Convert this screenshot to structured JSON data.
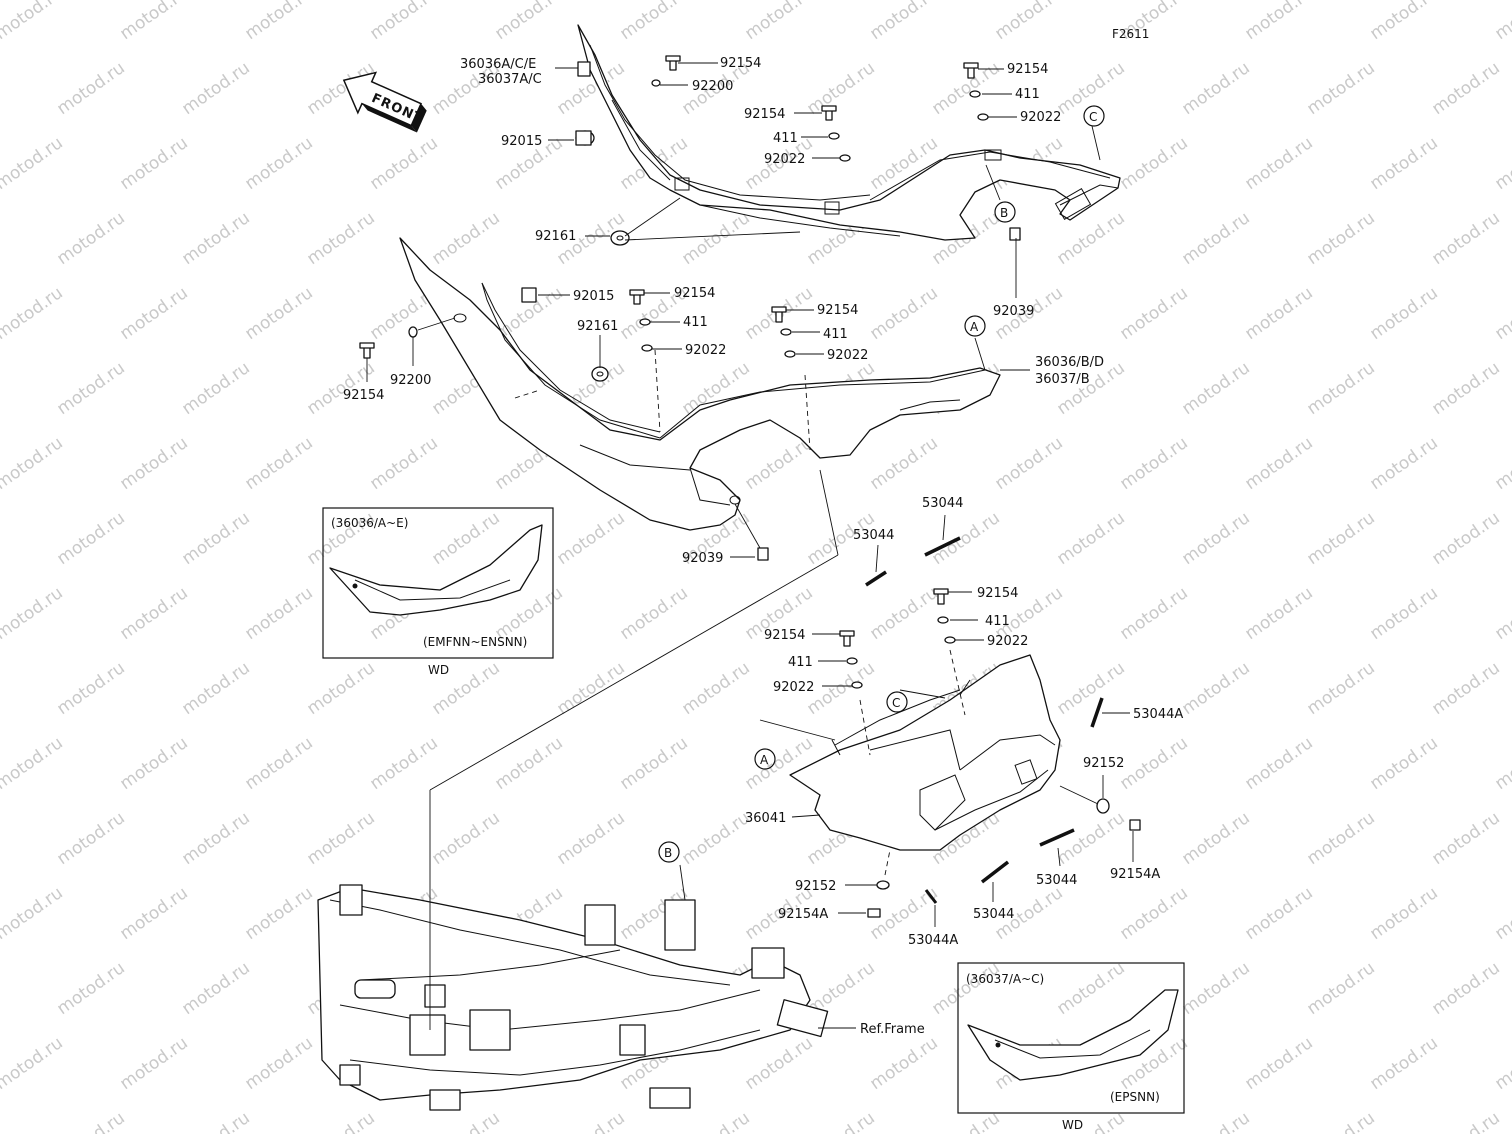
{
  "figure_code": "F2611",
  "watermark": "motod.ru",
  "front_label": "FRONT",
  "callouts": {
    "A": "A",
    "B": "B",
    "C": "C"
  },
  "labels": {
    "l_36036ace": "36036A/C/E",
    "l_36037ac": "36037A/C",
    "l_92154_t1": "92154",
    "l_92200_t": "92200",
    "l_92015_t": "92015",
    "l_92161_t": "92161",
    "l_92154_t2": "92154",
    "l_411_t2": "411",
    "l_92022_t2": "92022",
    "l_92154_t3": "92154",
    "l_411_t3": "411",
    "l_92022_t3": "92022",
    "l_92039_t": "92039",
    "l_92015_m": "92015",
    "l_92154_m1": "92154",
    "l_92161_m": "92161",
    "l_411_m1": "411",
    "l_92022_m1": "92022",
    "l_92154_m2": "92154",
    "l_92200_m": "92200",
    "l_92154_m3": "92154",
    "l_411_m3": "411",
    "l_92022_m3": "92022",
    "l_36036bd": "36036/B/D",
    "l_36037b": "36037/B",
    "l_92039_m": "92039",
    "l_53044_a": "53044",
    "l_53044_b": "53044",
    "l_92154_c1": "92154",
    "l_411_c1": "411",
    "l_92022_c1": "92022",
    "l_92154_c2": "92154",
    "l_411_c2": "411",
    "l_92022_c2": "92022",
    "l_53044A_r": "53044A",
    "l_92152_r": "92152",
    "l_36041": "36041",
    "l_92154A_r": "92154A",
    "l_53044_c": "53044",
    "l_92152_b": "92152",
    "l_92154A_b": "92154A",
    "l_53044_d": "53044",
    "l_53044A_b": "53044A",
    "l_ref_frame": "Ref.Frame"
  },
  "insets": {
    "left": {
      "part": "(36036/A~E)",
      "code": "(EMFNN~ENSNN)",
      "caption": "WD"
    },
    "right": {
      "part": "(36037/A~C)",
      "code": "(EPSNN)",
      "caption": "WD"
    }
  }
}
